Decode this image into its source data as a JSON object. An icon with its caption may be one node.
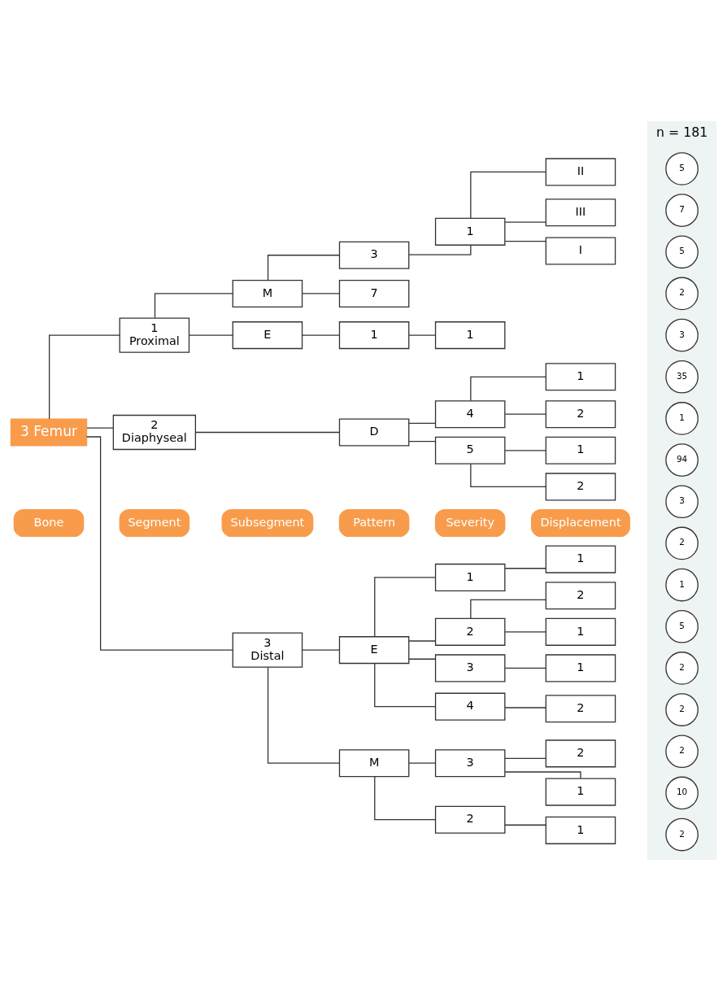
{
  "diagram": {
    "nodes": [
      {
        "text": [
          "Bone"
        ]
      },
      {
        "text": [
          "Segment"
        ]
      },
      {
        "text": [
          "Subsegment"
        ]
      },
      {
        "text": [
          "Pattern"
        ]
      },
      {
        "text": [
          "Severity"
        ]
      },
      {
        "text": [
          "Displacement"
        ]
      },
      {
        "text": [
          "n = 181"
        ]
      },
      {
        "text": [
          "3 Femur"
        ]
      },
      {
        "text": [
          "1",
          "Proximal"
        ]
      },
      {
        "text": [
          "E"
        ]
      },
      {
        "text": [
          "1"
        ]
      },
      {
        "text": [
          "1"
        ]
      },
      {
        "text": [
          "M"
        ]
      },
      {
        "text": [
          "3"
        ]
      },
      {
        "text": [
          "1"
        ]
      },
      {
        "text": [
          "I"
        ]
      },
      {
        "text": [
          "II"
        ]
      },
      {
        "text": [
          "III"
        ]
      },
      {
        "text": [
          "7"
        ]
      },
      {
        "text": [
          "2",
          "Diaphyseal"
        ]
      },
      {
        "text": [
          "D"
        ]
      },
      {
        "text": [
          "4"
        ]
      },
      {
        "text": [
          "1"
        ]
      },
      {
        "text": [
          "2"
        ]
      },
      {
        "text": [
          "5"
        ]
      },
      {
        "text": [
          "1"
        ]
      },
      {
        "text": [
          "2"
        ]
      },
      {
        "text": [
          "3",
          "Distal"
        ]
      },
      {
        "text": [
          "M"
        ]
      },
      {
        "text": [
          "2"
        ]
      },
      {
        "text": [
          "1"
        ]
      },
      {
        "text": [
          "3"
        ]
      },
      {
        "text": [
          "1"
        ]
      },
      {
        "text": [
          "2"
        ]
      },
      {
        "text": [
          "E"
        ]
      },
      {
        "text": [
          "1"
        ]
      },
      {
        "text": [
          "1"
        ]
      },
      {
        "text": [
          "2"
        ]
      },
      {
        "text": [
          "1"
        ]
      },
      {
        "text": [
          "2"
        ]
      },
      {
        "text": [
          "3"
        ]
      },
      {
        "text": [
          "1"
        ]
      },
      {
        "text": [
          "4"
        ]
      },
      {
        "text": [
          "2"
        ]
      },
      {
        "text": [
          "3"
        ],
        "in": 6
      },
      {
        "text": [
          "5"
        ],
        "in": 6
      },
      {
        "text": [
          "5"
        ],
        "in": 6
      },
      {
        "text": [
          "7"
        ],
        "in": 6
      },
      {
        "text": [
          "2"
        ],
        "in": 6
      },
      {
        "text": [
          "35"
        ],
        "in": 6
      },
      {
        "text": [
          "1"
        ],
        "in": 6
      },
      {
        "text": [
          "94"
        ],
        "in": 6
      },
      {
        "text": [
          "3"
        ],
        "in": 6
      },
      {
        "text": [
          "2"
        ],
        "in": 6
      },
      {
        "text": [
          "10"
        ],
        "in": 6
      },
      {
        "text": [
          "2"
        ],
        "in": 6
      },
      {
        "text": [
          "2"
        ],
        "in": 6
      },
      {
        "text": [
          "5"
        ],
        "in": 6
      },
      {
        "text": [
          "1"
        ],
        "in": 6
      },
      {
        "text": [
          "2"
        ],
        "in": 6
      },
      {
        "text": [
          "2"
        ],
        "in": 6
      }
    ],
    "edges": [
      {
        "from": 7,
        "to": 8,
        "arrow": "none"
      },
      {
        "from": 7,
        "to": 19,
        "arrow": "none"
      },
      {
        "from": 7,
        "to": 27,
        "arrow": "none"
      },
      {
        "from": 8,
        "to": 9,
        "arrow": "none"
      },
      {
        "from": 8,
        "to": 12,
        "arrow": "none"
      },
      {
        "from": 9,
        "to": 10,
        "arrow": "none"
      },
      {
        "from": 10,
        "to": 11,
        "arrow": "none"
      },
      {
        "from": 12,
        "to": 13,
        "arrow": "none"
      },
      {
        "from": 12,
        "to": 18,
        "arrow": "none"
      },
      {
        "from": 13,
        "to": 14,
        "arrow": "none"
      },
      {
        "from": 14,
        "to": 15,
        "arrow": "none"
      },
      {
        "from": 14,
        "to": 16,
        "arrow": "none"
      },
      {
        "from": 14,
        "to": 17,
        "arrow": "none"
      },
      {
        "from": 19,
        "to": 20,
        "arrow": "none"
      },
      {
        "from": 20,
        "to": 21,
        "arrow": "none"
      },
      {
        "from": 20,
        "to": 24,
        "arrow": "none"
      },
      {
        "from": 21,
        "to": 22,
        "arrow": "none"
      },
      {
        "from": 21,
        "to": 23,
        "arrow": "none"
      },
      {
        "from": 24,
        "to": 25,
        "arrow": "none"
      },
      {
        "from": 24,
        "to": 26,
        "arrow": "none"
      },
      {
        "from": 27,
        "to": 28,
        "arrow": "none"
      },
      {
        "from": 27,
        "to": 34,
        "arrow": "none"
      },
      {
        "from": 28,
        "to": 29,
        "arrow": "none"
      },
      {
        "from": 28,
        "to": 31,
        "arrow": "none"
      },
      {
        "from": 29,
        "to": 30,
        "arrow": "none"
      },
      {
        "from": 31,
        "to": 32,
        "arrow": "none"
      },
      {
        "from": 31,
        "to": 33,
        "arrow": "none"
      },
      {
        "from": 34,
        "to": 35,
        "arrow": "none"
      },
      {
        "from": 34,
        "to": 37,
        "arrow": "none"
      },
      {
        "from": 34,
        "to": 40,
        "arrow": "none"
      },
      {
        "from": 34,
        "to": 42,
        "arrow": "none"
      },
      {
        "from": 35,
        "to": 36,
        "arrow": "none"
      },
      {
        "from": 37,
        "to": 38,
        "arrow": "none"
      },
      {
        "from": 37,
        "to": 39,
        "arrow": "none"
      },
      {
        "from": 40,
        "to": 41,
        "arrow": "none"
      },
      {
        "from": 42,
        "to": 43,
        "arrow": "none"
      }
    ]
  }
}
